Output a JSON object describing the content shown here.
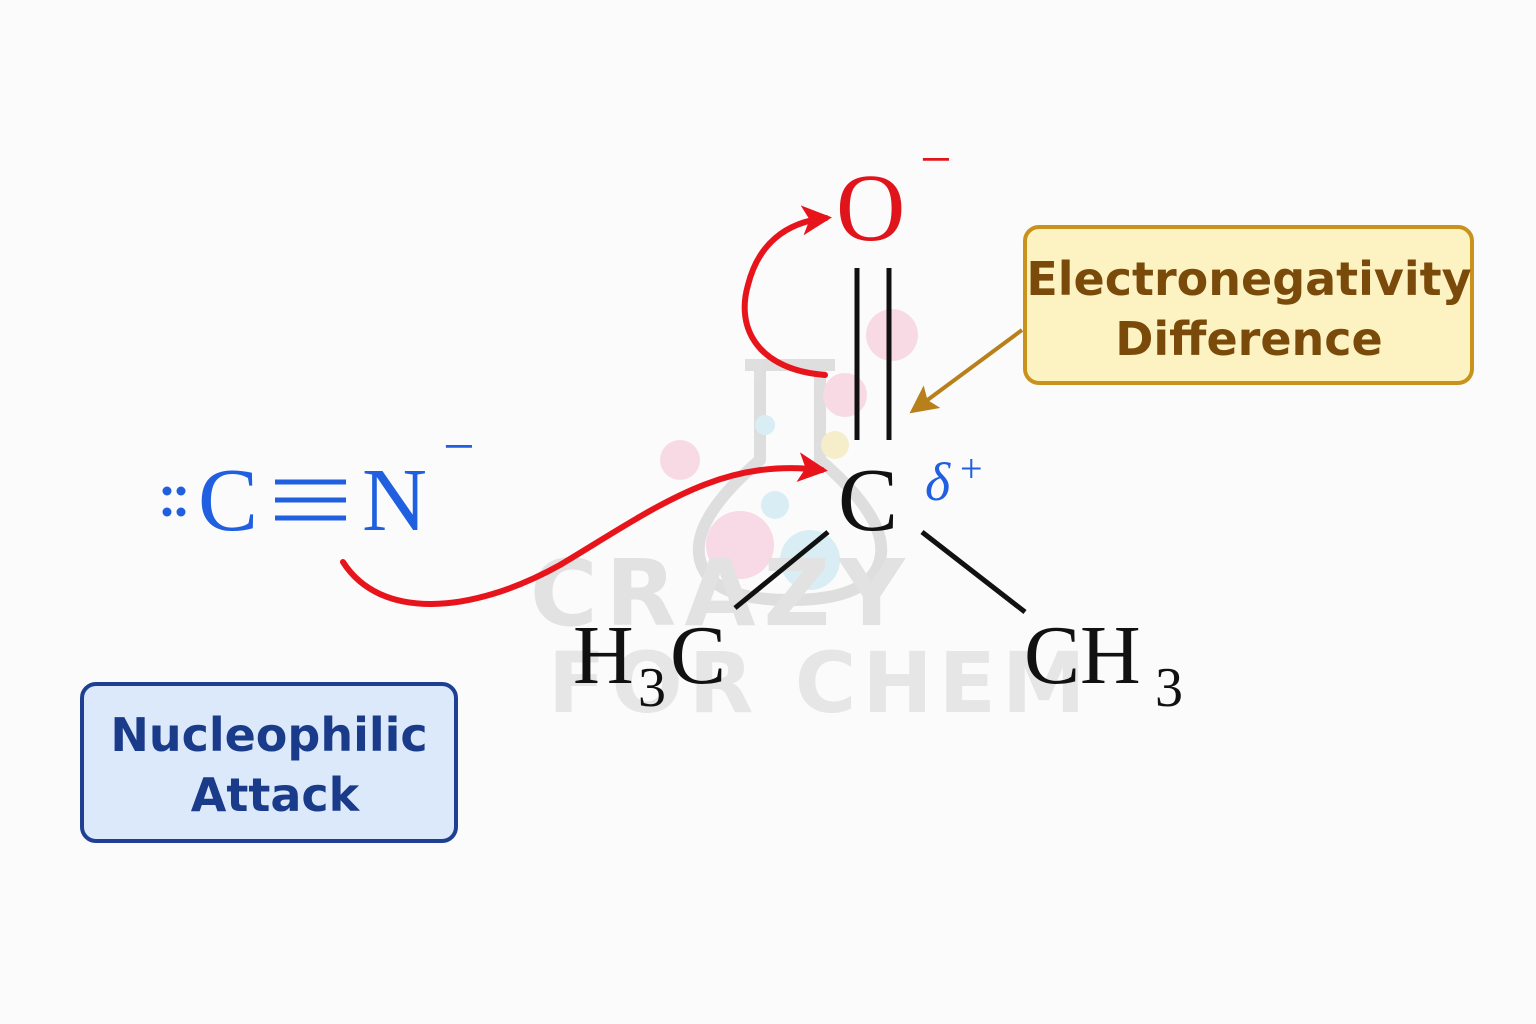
{
  "watermark": {
    "line1": "CRAZY",
    "line2": "FOR CHEM"
  },
  "cyanide": {
    "lone_pair": "::",
    "carbon": "C",
    "nitrogen": "N",
    "charge": "−"
  },
  "carbonyl": {
    "oxygen": "O",
    "oxygen_charge": "−",
    "carbon": "C",
    "delta": "δ",
    "delta_sign": "+",
    "left_group_h": "H",
    "left_group_sub": "3",
    "left_group_c": "C",
    "right_group": "CH",
    "right_group_sub": "3"
  },
  "labels": {
    "electronegativity_line1": "Electronegativity",
    "electronegativity_line2": "Difference",
    "nucleophilic_line1": "Nucleophilic",
    "nucleophilic_line2": "Attack"
  },
  "colors": {
    "cyanide": "#1f5fe0",
    "oxygen": "#e0151b",
    "arrow": "#e8141c",
    "bond": "#111111",
    "en_box_fill": "#fdf3c2",
    "en_box_border": "#c9921c",
    "en_text": "#7a4a0a",
    "en_arrow": "#b8801a",
    "nuc_box_fill": "#dbe9fb",
    "nuc_box_border": "#1f3f93",
    "nuc_text": "#1a3a8a"
  }
}
